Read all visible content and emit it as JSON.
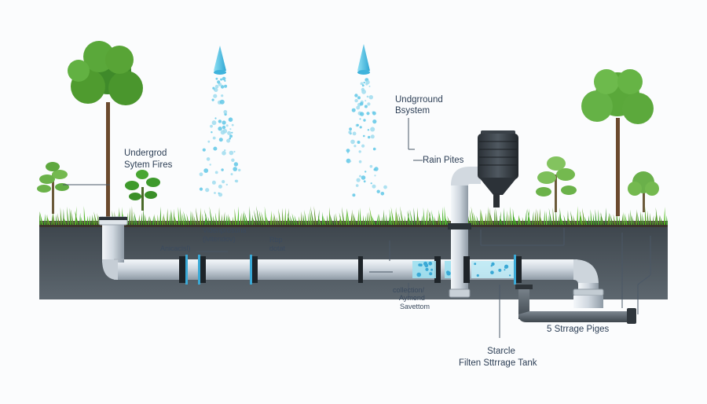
{
  "labels": {
    "left_callout": [
      "Undergrod",
      "Sytem Fires"
    ],
    "top_right_callout": [
      "Undgrround",
      "Bsystem"
    ],
    "rain_pipes": "Rain Pites",
    "pipe_label_1": [
      "Videnprosuna",
      "(lvitendov)"
    ],
    "pipe_label_2": "Anicacisl)",
    "pipe_label_3": [
      "Rbp",
      "dotat"
    ],
    "collection": [
      "collection/",
      "Aymend",
      "Savettom"
    ],
    "storage_pipes": "5 Strrage Piges",
    "tank": [
      "Starcle",
      "Filten Sttrrage Tank"
    ]
  },
  "colors": {
    "water": "#5fc7e6",
    "pipe": "#d6dde4",
    "ground": "#4f5a63",
    "grass": "#58a82e",
    "text": "#2c3e55"
  }
}
